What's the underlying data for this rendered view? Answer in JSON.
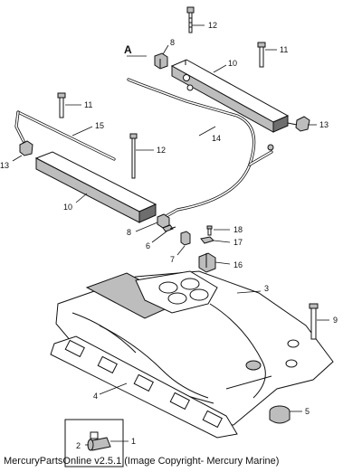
{
  "callouts": {
    "c1": "1",
    "c2": "2",
    "c3": "3",
    "c4": "4",
    "c5": "5",
    "c6": "6",
    "c7": "7",
    "c8a": "8",
    "c8b": "8",
    "c9": "9",
    "c10a": "10",
    "c10b": "10",
    "c11a": "11",
    "c11b": "11",
    "c12a": "12",
    "c12b": "12",
    "c13a": "13",
    "c13b": "13",
    "c14": "14",
    "c15": "15",
    "c16": "16",
    "c17": "17",
    "c18": "18",
    "cA": "A"
  },
  "footer": "MercuryPartsOnline v2.5.1 (Image Copyright- Mercury Marine)"
}
